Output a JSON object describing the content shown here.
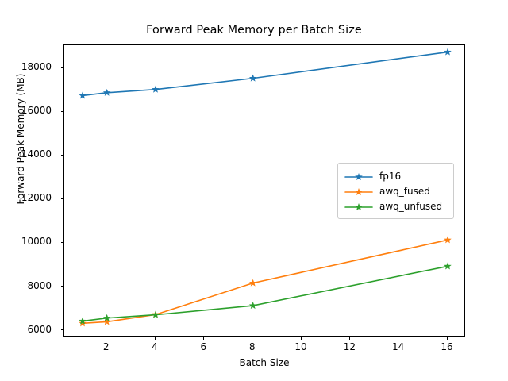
{
  "chart_data": {
    "type": "line",
    "title": "Forward Peak Memory per Batch Size",
    "xlabel": "Batch Size",
    "ylabel": "Forward Peak Memory (MB)",
    "x": [
      1,
      2,
      4,
      8,
      16
    ],
    "xlim": [
      0.25,
      16.75
    ],
    "ylim": [
      5700,
      19050
    ],
    "xticks": [
      2,
      4,
      6,
      8,
      10,
      12,
      14,
      16
    ],
    "xtick_labels": [
      "2",
      "4",
      "6",
      "8",
      "10",
      "12",
      "14",
      "16"
    ],
    "yticks": [
      6000,
      8000,
      10000,
      12000,
      14000,
      16000,
      18000
    ],
    "ytick_labels": [
      "6000",
      "8000",
      "10000",
      "12000",
      "14000",
      "16000",
      "18000"
    ],
    "grid": false,
    "marker": "star",
    "legend_position": "center right",
    "series": [
      {
        "name": "fp16",
        "color": "#1f77b4",
        "values": [
          16750,
          16880,
          17030,
          17540,
          18740
        ]
      },
      {
        "name": "awq_fused",
        "color": "#ff7f0e",
        "values": [
          6340,
          6410,
          6740,
          8180,
          10150
        ]
      },
      {
        "name": "awq_unfused",
        "color": "#2ca02c",
        "values": [
          6440,
          6580,
          6730,
          7150,
          8950
        ]
      }
    ]
  }
}
